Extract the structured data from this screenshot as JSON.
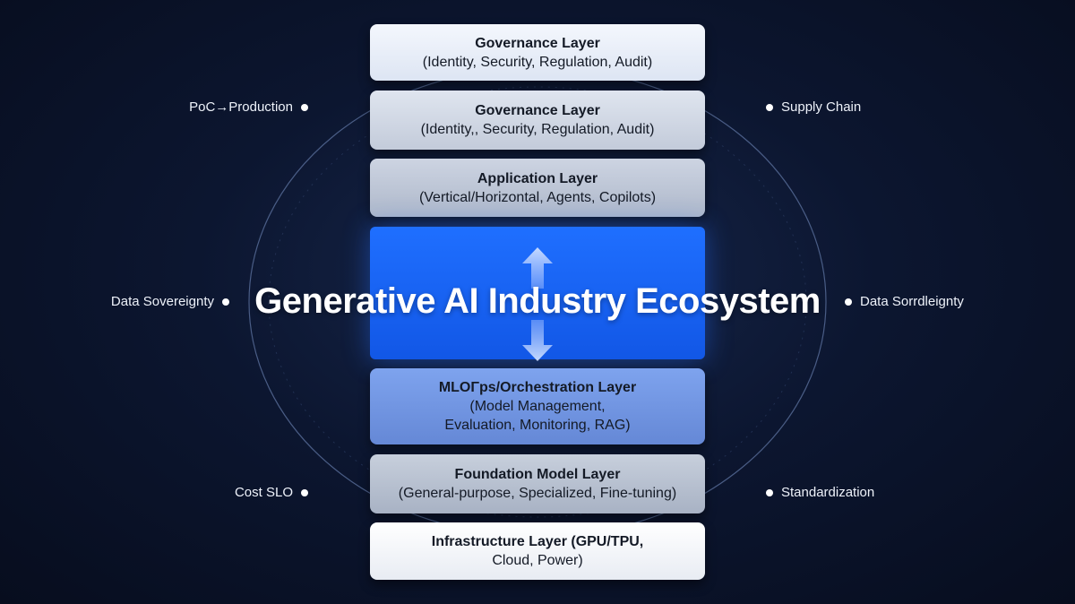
{
  "diagram": {
    "title": "Generative AI Industry Ecosystem",
    "layers": [
      {
        "id": "gov1",
        "title": "Governance Layer",
        "desc": "(Identity, Security, Regulation, Audit)"
      },
      {
        "id": "gov2",
        "title": "Governance Layer",
        "desc": "(Identity,, Security, Regulation, Audit)"
      },
      {
        "id": "app",
        "title": "Application Layer",
        "desc": "(Vertical/Horizontal, Agents, Copilots)"
      },
      {
        "id": "mlops",
        "title": "MLOΓps/Orchestration Layer",
        "desc": "(Model Management,\nEvaluation, Monitoring, RAG)"
      },
      {
        "id": "found",
        "title": "Foundation Model Layer",
        "desc": "(General-purpose, Specialized, Fine-tuning)"
      },
      {
        "id": "infra",
        "title": "Infrastructure Layer (GPU/TPU,",
        "desc": "Cloud, Power)"
      }
    ],
    "side_labels": {
      "left": [
        "PoC→Production",
        "Data Sovereignty",
        "Cost SLO"
      ],
      "right": [
        "Supply Chain",
        "Data Sorrdleignty",
        "Standardization"
      ]
    }
  },
  "colors": {
    "background": "#0c1630",
    "core": "#1f6fff",
    "ring": "#5a6f9a"
  },
  "icons": [
    "arrow-up-icon",
    "arrow-down-icon",
    "dot-icon"
  ]
}
